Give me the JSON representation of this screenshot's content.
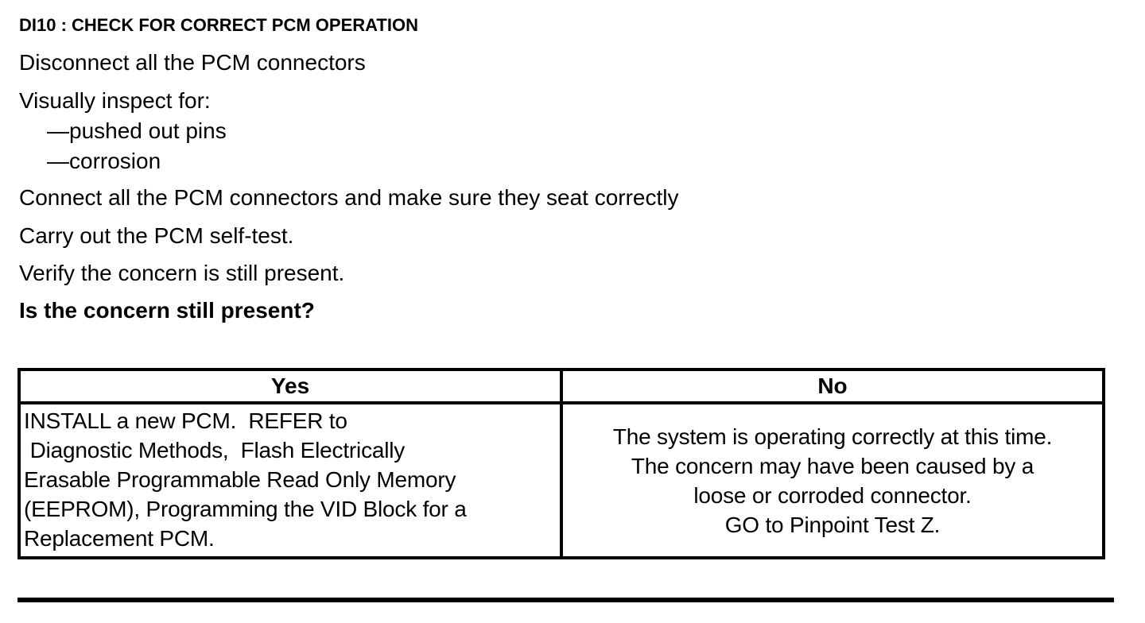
{
  "colors": {
    "text": "#000000",
    "background": "#ffffff",
    "border": "#000000"
  },
  "doc": {
    "heading": "DI10 : CHECK FOR CORRECT PCM OPERATION",
    "steps": [
      "Disconnect all the PCM connectors",
      "Visually inspect for:",
      "Connect all the PCM connectors and make sure they seat correctly",
      "Carry out the PCM self-test.",
      "Verify the concern is still present."
    ],
    "inspect_items": [
      "—pushed out pins",
      "—corrosion"
    ],
    "question": "Is the concern still present?"
  },
  "table": {
    "headers": [
      "Yes",
      "No"
    ],
    "yes_lines": [
      "INSTALL a new PCM.  REFER to",
      " Diagnostic Methods,  Flash Electrically",
      "Erasable Programmable Read Only Memory",
      "(EEPROM), Programming the VID Block for a",
      "Replacement PCM."
    ],
    "no_lines": [
      "The system is operating correctly at this time.",
      "The concern may have been caused by a",
      "loose or corroded connector.",
      "GO to Pinpoint Test Z."
    ]
  }
}
